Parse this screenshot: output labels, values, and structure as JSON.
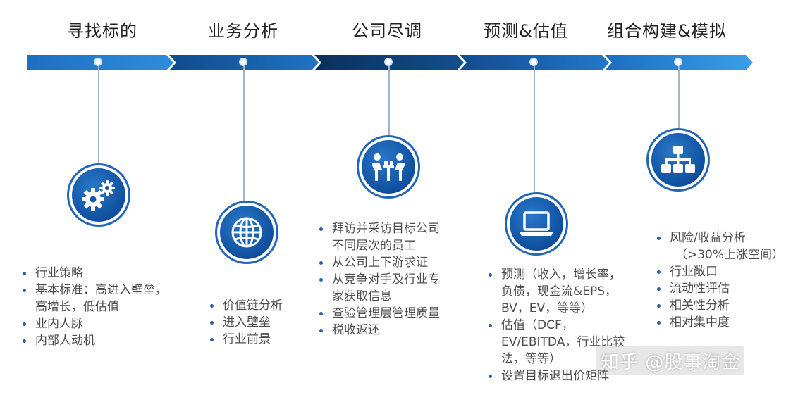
{
  "colors": {
    "bar_dark": "#0d3a6e",
    "bar_mid": "#1662b3",
    "bar_light": "#3a96e0",
    "icon_blue": "#1457a8",
    "bullet": "#2a5fa8"
  },
  "stages": [
    {
      "title": "寻找标的",
      "icon": "gears-icon",
      "bullets": [
        "行业策略",
        "基本标准：高进入壁垒，",
        "高增长，低估值",
        "业内人脉",
        "内部人动机"
      ]
    },
    {
      "title": "业务分析",
      "icon": "globe-icon",
      "bullets": [
        "价值链分析",
        "进入壁垒",
        "行业前景"
      ]
    },
    {
      "title": "公司尽调",
      "icon": "meeting-icon",
      "bullets": [
        "拜访并采访目标公司",
        "不同层次的员工",
        "从公司上下游求证",
        "从竞争对手及行业专",
        "家获取信息",
        "查验管理层管理质量",
        "税收返还"
      ]
    },
    {
      "title": "预测&估值",
      "icon": "laptop-icon",
      "bullets": [
        "预测（收入，增长率，",
        "负债，现金流&EPS，",
        "BV，EV，等等）",
        "估值（DCF，",
        "EV/EBITDA，行业比较",
        "法，等等）",
        "设置目标退出价矩阵"
      ]
    },
    {
      "title": "组合构建&模拟",
      "icon": "org-chart-icon",
      "bullets": [
        "风险/收益分析",
        "（>30%上涨空间）",
        "行业敞口",
        "流动性评估",
        "相关性分析",
        "相对集中度"
      ]
    }
  ],
  "watermark": "知乎 @股事淘金"
}
